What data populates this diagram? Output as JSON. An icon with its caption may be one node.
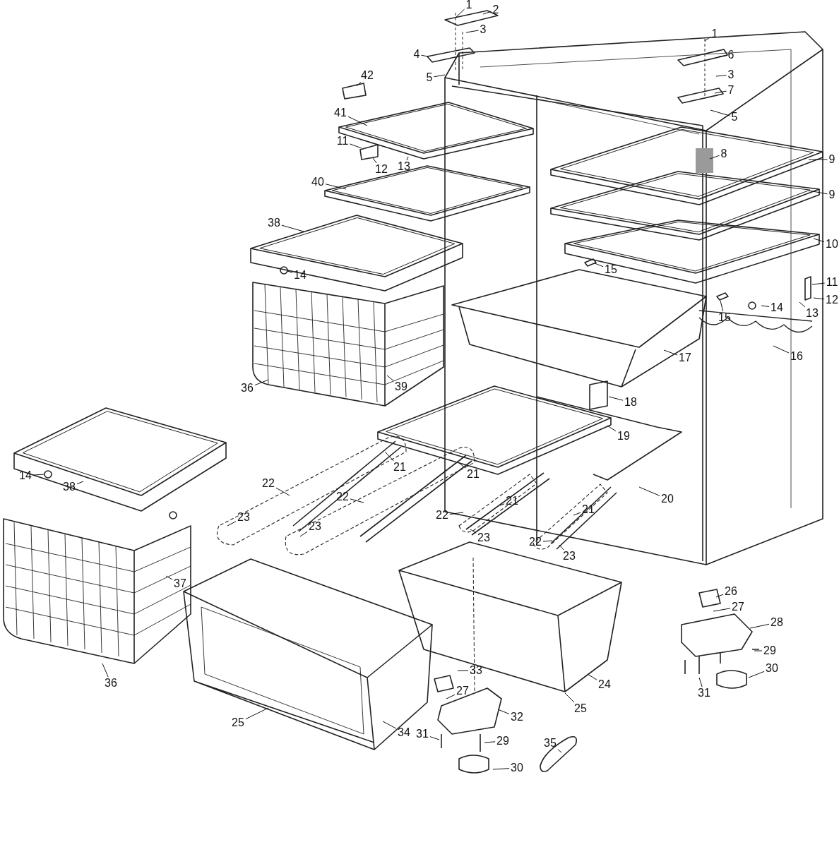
{
  "diagram": {
    "nodes": [
      {
        "text": [
          "1"
        ]
      },
      {
        "text": [
          "2"
        ]
      },
      {
        "text": [
          "3"
        ]
      },
      {
        "text": [
          "4"
        ]
      },
      {
        "text": [
          "5"
        ]
      },
      {
        "text": [
          "42"
        ]
      },
      {
        "text": [
          "41"
        ]
      },
      {
        "text": [
          "11"
        ]
      },
      {
        "text": [
          "12"
        ]
      },
      {
        "text": [
          "13"
        ]
      },
      {
        "text": [
          "40"
        ]
      },
      {
        "text": [
          "38"
        ]
      },
      {
        "text": [
          "14"
        ]
      },
      {
        "text": [
          "36"
        ]
      },
      {
        "text": [
          "39"
        ]
      },
      {
        "text": [
          "1"
        ]
      },
      {
        "text": [
          "6"
        ]
      },
      {
        "text": [
          "3"
        ]
      },
      {
        "text": [
          "7"
        ]
      },
      {
        "text": [
          "5"
        ]
      },
      {
        "text": [
          "8"
        ]
      },
      {
        "text": [
          "9"
        ]
      },
      {
        "text": [
          "9"
        ]
      },
      {
        "text": [
          "10"
        ]
      },
      {
        "text": [
          "15"
        ]
      },
      {
        "text": [
          "15"
        ]
      },
      {
        "text": [
          "14"
        ]
      },
      {
        "text": [
          "11"
        ]
      },
      {
        "text": [
          "12"
        ]
      },
      {
        "text": [
          "13"
        ]
      },
      {
        "text": [
          "16"
        ]
      },
      {
        "text": [
          "17"
        ]
      },
      {
        "text": [
          "18"
        ]
      },
      {
        "text": [
          "19"
        ]
      },
      {
        "text": [
          "20"
        ]
      },
      {
        "text": [
          "21"
        ]
      },
      {
        "text": [
          "21"
        ]
      },
      {
        "text": [
          "21"
        ]
      },
      {
        "text": [
          "21"
        ]
      },
      {
        "text": [
          "22"
        ]
      },
      {
        "text": [
          "22"
        ]
      },
      {
        "text": [
          "22"
        ]
      },
      {
        "text": [
          "22"
        ]
      },
      {
        "text": [
          "23"
        ]
      },
      {
        "text": [
          "23"
        ]
      },
      {
        "text": [
          "23"
        ]
      },
      {
        "text": [
          "23"
        ]
      },
      {
        "text": [
          "14"
        ]
      },
      {
        "text": [
          "38"
        ]
      },
      {
        "text": [
          "36"
        ]
      },
      {
        "text": [
          "37"
        ]
      },
      {
        "text": [
          "25"
        ]
      },
      {
        "text": [
          "34"
        ]
      },
      {
        "text": [
          "33"
        ]
      },
      {
        "text": [
          "27"
        ]
      },
      {
        "text": [
          "32"
        ]
      },
      {
        "text": [
          "31"
        ]
      },
      {
        "text": [
          "29"
        ]
      },
      {
        "text": [
          "30"
        ]
      },
      {
        "text": [
          "35"
        ]
      },
      {
        "text": [
          "24"
        ]
      },
      {
        "text": [
          "25"
        ]
      },
      {
        "text": [
          "26"
        ]
      },
      {
        "text": [
          "27"
        ]
      },
      {
        "text": [
          "28"
        ]
      },
      {
        "text": [
          "29"
        ]
      },
      {
        "text": [
          "31"
        ]
      },
      {
        "text": [
          "30"
        ]
      }
    ],
    "edges": [
      {
        "from": 0,
        "to": null,
        "arrow": "none"
      },
      {
        "from": 1,
        "to": null,
        "arrow": "none"
      },
      {
        "from": 2,
        "to": null,
        "arrow": "none"
      },
      {
        "from": 3,
        "to": null,
        "arrow": "none"
      },
      {
        "from": 4,
        "to": null,
        "arrow": "none"
      },
      {
        "from": 5,
        "to": null,
        "arrow": "none"
      },
      {
        "from": 6,
        "to": null,
        "arrow": "none"
      },
      {
        "from": 7,
        "to": null,
        "arrow": "none"
      },
      {
        "from": 8,
        "to": null,
        "arrow": "none"
      },
      {
        "from": 9,
        "to": null,
        "arrow": "none"
      },
      {
        "from": 10,
        "to": null,
        "arrow": "none"
      },
      {
        "from": 11,
        "to": null,
        "arrow": "none"
      },
      {
        "from": 12,
        "to": null,
        "arrow": "none"
      },
      {
        "from": 13,
        "to": null,
        "arrow": "none"
      },
      {
        "from": 14,
        "to": null,
        "arrow": "none"
      },
      {
        "from": 15,
        "to": null,
        "arrow": "none"
      },
      {
        "from": 16,
        "to": null,
        "arrow": "none"
      },
      {
        "from": 17,
        "to": null,
        "arrow": "none"
      },
      {
        "from": 18,
        "to": null,
        "arrow": "none"
      },
      {
        "from": 19,
        "to": null,
        "arrow": "none"
      },
      {
        "from": 20,
        "to": null,
        "arrow": "none"
      },
      {
        "from": 21,
        "to": null,
        "arrow": "none"
      },
      {
        "from": 22,
        "to": null,
        "arrow": "none"
      },
      {
        "from": 23,
        "to": null,
        "arrow": "none"
      },
      {
        "from": 24,
        "to": null,
        "arrow": "none"
      },
      {
        "from": 25,
        "to": null,
        "arrow": "none"
      },
      {
        "from": 26,
        "to": null,
        "arrow": "none"
      },
      {
        "from": 27,
        "to": null,
        "arrow": "none"
      },
      {
        "from": 28,
        "to": null,
        "arrow": "none"
      },
      {
        "from": 29,
        "to": null,
        "arrow": "none"
      },
      {
        "from": 30,
        "to": null,
        "arrow": "none"
      },
      {
        "from": 31,
        "to": null,
        "arrow": "none"
      },
      {
        "from": 32,
        "to": null,
        "arrow": "none"
      },
      {
        "from": 33,
        "to": null,
        "arrow": "none"
      },
      {
        "from": 34,
        "to": null,
        "arrow": "none"
      },
      {
        "from": 35,
        "to": null,
        "arrow": "none"
      },
      {
        "from": 36,
        "to": null,
        "arrow": "none"
      },
      {
        "from": 37,
        "to": null,
        "arrow": "none"
      },
      {
        "from": 38,
        "to": null,
        "arrow": "none"
      },
      {
        "from": 39,
        "to": null,
        "arrow": "none"
      },
      {
        "from": 40,
        "to": null,
        "arrow": "none"
      },
      {
        "from": 41,
        "to": null,
        "arrow": "none"
      },
      {
        "from": 42,
        "to": null,
        "arrow": "none"
      },
      {
        "from": 43,
        "to": null,
        "arrow": "none"
      },
      {
        "from": 44,
        "to": null,
        "arrow": "none"
      },
      {
        "from": 45,
        "to": null,
        "arrow": "none"
      },
      {
        "from": 46,
        "to": null,
        "arrow": "none"
      },
      {
        "from": 47,
        "to": null,
        "arrow": "none"
      },
      {
        "from": 48,
        "to": null,
        "arrow": "none"
      },
      {
        "from": 49,
        "to": null,
        "arrow": "none"
      },
      {
        "from": 50,
        "to": null,
        "arrow": "none"
      },
      {
        "from": 51,
        "to": null,
        "arrow": "none"
      },
      {
        "from": 52,
        "to": null,
        "arrow": "none"
      },
      {
        "from": 53,
        "to": null,
        "arrow": "none"
      },
      {
        "from": 54,
        "to": null,
        "arrow": "none"
      },
      {
        "from": 55,
        "to": null,
        "arrow": "none"
      },
      {
        "from": 56,
        "to": null,
        "arrow": "none"
      },
      {
        "from": 57,
        "to": null,
        "arrow": "none"
      },
      {
        "from": 58,
        "to": null,
        "arrow": "none"
      },
      {
        "from": 59,
        "to": null,
        "arrow": "none"
      },
      {
        "from": 60,
        "to": null,
        "arrow": "none"
      },
      {
        "from": 61,
        "to": null,
        "arrow": "none"
      },
      {
        "from": 62,
        "to": null,
        "arrow": "none"
      },
      {
        "from": 63,
        "to": null,
        "arrow": "none"
      },
      {
        "from": 64,
        "to": null,
        "arrow": "none"
      },
      {
        "from": 65,
        "to": null,
        "arrow": "none"
      },
      {
        "from": 66,
        "to": null,
        "arrow": "none"
      },
      {
        "from": 67,
        "to": null,
        "arrow": "none"
      }
    ]
  }
}
